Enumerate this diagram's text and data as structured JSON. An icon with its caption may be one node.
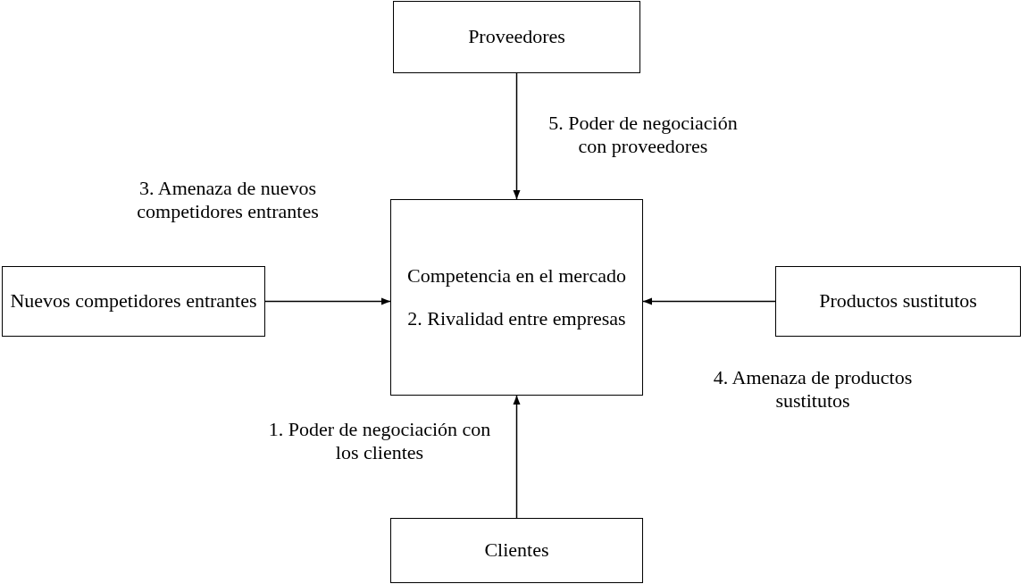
{
  "diagram": {
    "nodes": [
      {
        "text": [
          "Proveedores"
        ]
      },
      {
        "text": [
          "Nuevos competidores entrantes"
        ]
      },
      {
        "text": [
          "Competencia en el mercado",
          "2. Rivalidad entre empresas"
        ]
      },
      {
        "text": [
          "Productos sustitutos"
        ]
      },
      {
        "text": [
          "Clientes"
        ]
      }
    ],
    "edges": [
      {
        "from": 0,
        "to": 2,
        "arrow": "to",
        "label": "5. Poder de negociación con proveedores"
      },
      {
        "from": 1,
        "to": 2,
        "arrow": "to",
        "label": "3. Amenaza de nuevos competidores entrantes"
      },
      {
        "from": 3,
        "to": 2,
        "arrow": "to",
        "label": "4. Amenaza de productos sustitutos"
      },
      {
        "from": 4,
        "to": 2,
        "arrow": "to",
        "label": "1. Poder de negociación con los clientes"
      }
    ]
  }
}
